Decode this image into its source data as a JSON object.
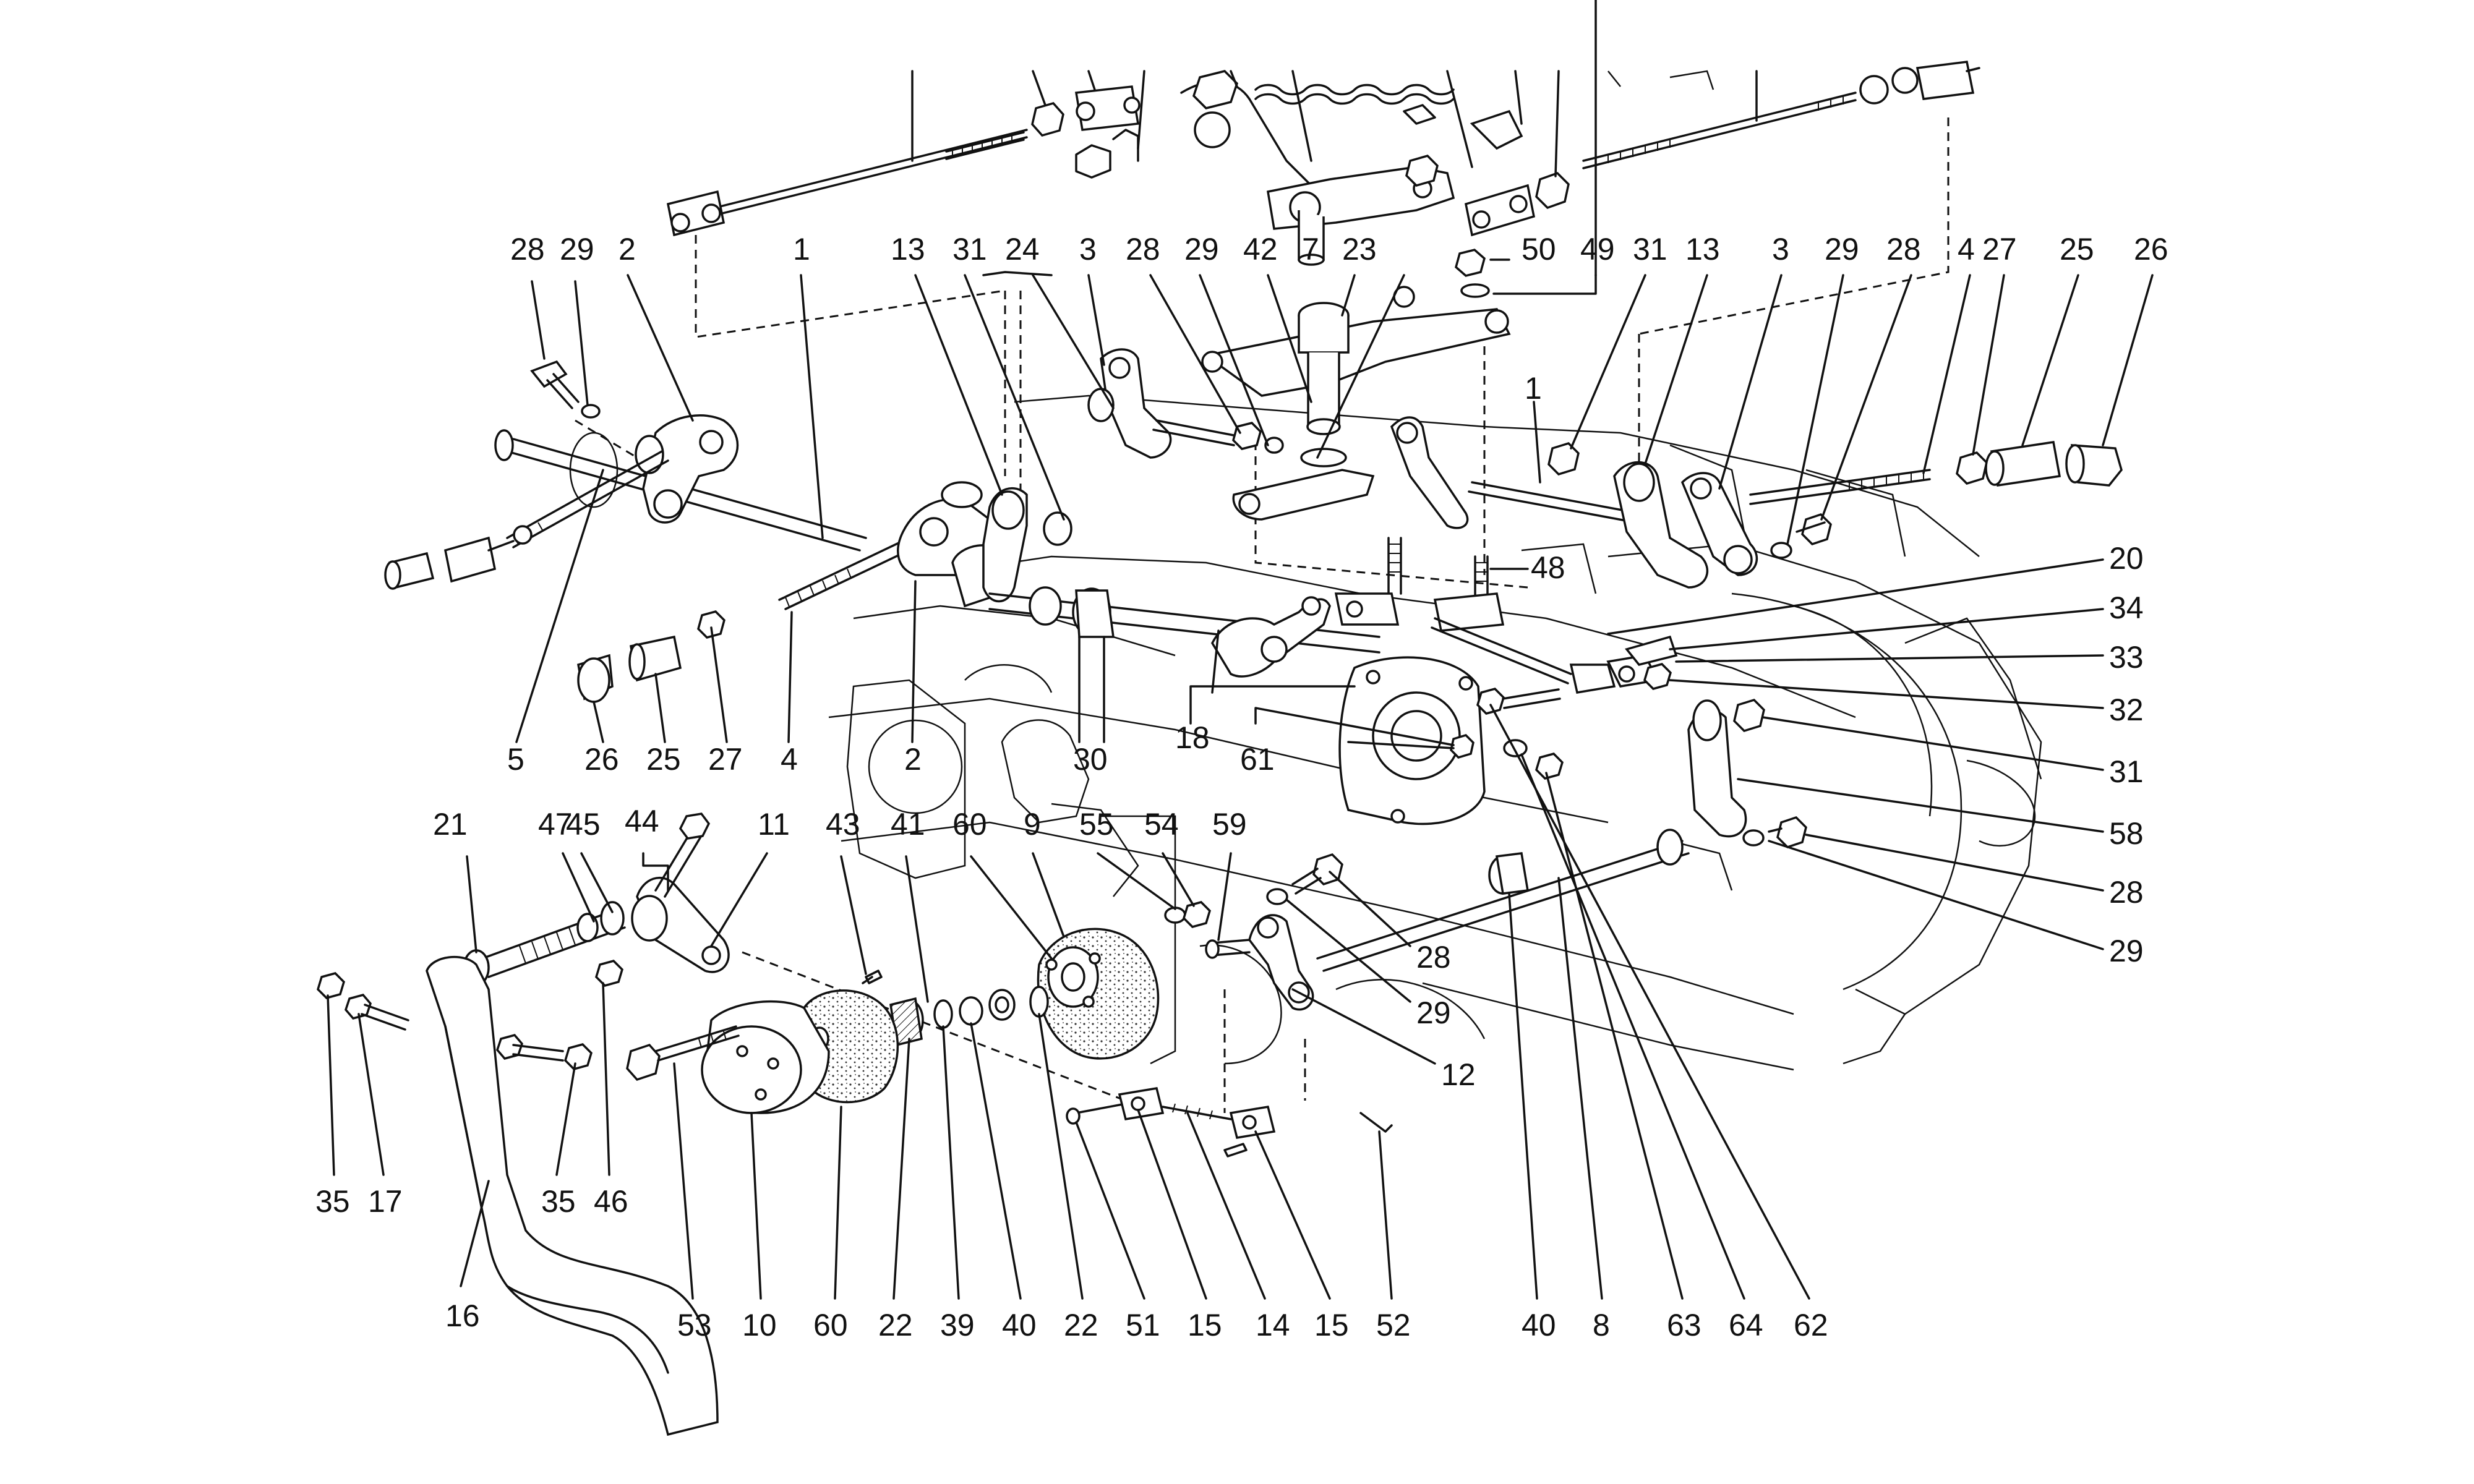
{
  "part_labels": [
    {
      "id": "l1",
      "text": "28"
    },
    {
      "id": "l2",
      "text": "29"
    },
    {
      "id": "l3",
      "text": "2"
    },
    {
      "id": "l4",
      "text": "1"
    },
    {
      "id": "l5",
      "text": "13"
    },
    {
      "id": "l6",
      "text": "31"
    },
    {
      "id": "l7",
      "text": "24"
    },
    {
      "id": "l8",
      "text": "3"
    },
    {
      "id": "l9",
      "text": "28"
    },
    {
      "id": "l10",
      "text": "29"
    },
    {
      "id": "l11",
      "text": "42"
    },
    {
      "id": "l12",
      "text": "7"
    },
    {
      "id": "l13",
      "text": "23"
    },
    {
      "id": "l14",
      "text": "50"
    },
    {
      "id": "l15",
      "text": "49"
    },
    {
      "id": "l16",
      "text": "31"
    },
    {
      "id": "l17",
      "text": "13"
    },
    {
      "id": "l18",
      "text": "3"
    },
    {
      "id": "l19",
      "text": "29"
    },
    {
      "id": "l20",
      "text": "28"
    },
    {
      "id": "l21",
      "text": "4"
    },
    {
      "id": "l22",
      "text": "27"
    },
    {
      "id": "l23",
      "text": "25"
    },
    {
      "id": "l24",
      "text": "26"
    },
    {
      "id": "l25",
      "text": "1"
    },
    {
      "id": "l26",
      "text": "48"
    },
    {
      "id": "l27",
      "text": "20"
    },
    {
      "id": "l28",
      "text": "34"
    },
    {
      "id": "l29",
      "text": "33"
    },
    {
      "id": "l30",
      "text": "32"
    },
    {
      "id": "l31",
      "text": "31"
    },
    {
      "id": "l32",
      "text": "58"
    },
    {
      "id": "l33",
      "text": "28"
    },
    {
      "id": "l34",
      "text": "29"
    },
    {
      "id": "l35",
      "text": "5"
    },
    {
      "id": "l36",
      "text": "26"
    },
    {
      "id": "l37",
      "text": "25"
    },
    {
      "id": "l38",
      "text": "27"
    },
    {
      "id": "l39",
      "text": "4"
    },
    {
      "id": "l40",
      "text": "2"
    },
    {
      "id": "l41",
      "text": "30"
    },
    {
      "id": "l42",
      "text": "18"
    },
    {
      "id": "l43",
      "text": "61"
    },
    {
      "id": "l44",
      "text": "21"
    },
    {
      "id": "l45",
      "text": "47"
    },
    {
      "id": "l46",
      "text": "45"
    },
    {
      "id": "l47",
      "text": "44"
    },
    {
      "id": "l48",
      "text": "11"
    },
    {
      "id": "l49",
      "text": "43"
    },
    {
      "id": "l50",
      "text": "41"
    },
    {
      "id": "l51",
      "text": "60"
    },
    {
      "id": "l52",
      "text": "9"
    },
    {
      "id": "l53",
      "text": "55"
    },
    {
      "id": "l54",
      "text": "54"
    },
    {
      "id": "l55",
      "text": "59"
    },
    {
      "id": "l56",
      "text": "28"
    },
    {
      "id": "l57",
      "text": "29"
    },
    {
      "id": "l58",
      "text": "12"
    },
    {
      "id": "l59",
      "text": "35"
    },
    {
      "id": "l60",
      "text": "17"
    },
    {
      "id": "l61",
      "text": "35"
    },
    {
      "id": "l62",
      "text": "46"
    },
    {
      "id": "l63",
      "text": "16"
    },
    {
      "id": "l64",
      "text": "53"
    },
    {
      "id": "l65",
      "text": "10"
    },
    {
      "id": "l66",
      "text": "60"
    },
    {
      "id": "l67",
      "text": "22"
    },
    {
      "id": "l68",
      "text": "39"
    },
    {
      "id": "l69",
      "text": "40"
    },
    {
      "id": "l70",
      "text": "22"
    },
    {
      "id": "l71",
      "text": "51"
    },
    {
      "id": "l72",
      "text": "15"
    },
    {
      "id": "l73",
      "text": "14"
    },
    {
      "id": "l74",
      "text": "15"
    },
    {
      "id": "l75",
      "text": "52"
    },
    {
      "id": "l76",
      "text": "40"
    },
    {
      "id": "l77",
      "text": "8"
    },
    {
      "id": "l78",
      "text": "63"
    },
    {
      "id": "l79",
      "text": "64"
    },
    {
      "id": "l80",
      "text": "62"
    }
  ]
}
